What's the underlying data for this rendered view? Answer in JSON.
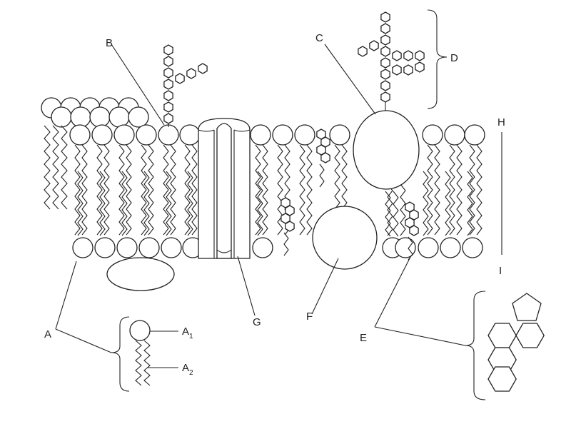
{
  "diagram": {
    "labels": {
      "A": "A",
      "A1": "A",
      "A1_sub": "1",
      "A2": "A",
      "A2_sub": "2",
      "B": "B",
      "C": "C",
      "D": "D",
      "E": "E",
      "F": "F",
      "G": "G",
      "H": "H",
      "I": "I"
    },
    "colors": {
      "ink": "#222222",
      "paper": "#ffffff"
    },
    "structures": [
      "phospholipid-bilayer",
      "phospholipid-molecule",
      "glycolipid-carbohydrate-chain",
      "glycoprotein",
      "channel-protein",
      "integral-protein",
      "peripheral-protein",
      "cholesterol",
      "cholesterol-ring-structure",
      "membrane-thickness-bar"
    ]
  }
}
